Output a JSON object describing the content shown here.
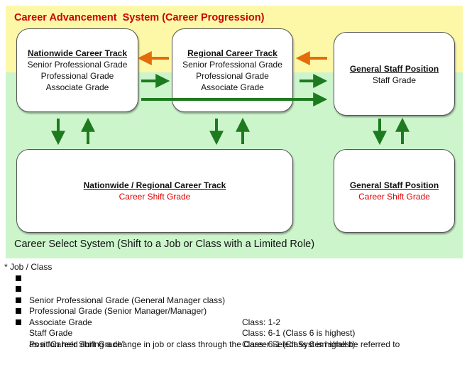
{
  "title": "Career Advancement  System (Career Progression)",
  "boxes": {
    "nationwide": {
      "heading": "Nationwide Career Track",
      "lines": [
        "Senior Professional Grade",
        "Professional Grade",
        "Associate Grade"
      ]
    },
    "regional": {
      "heading": "Regional Career Track",
      "lines": [
        "Senior Professional Grade",
        "Professional Grade",
        "Associate Grade"
      ]
    },
    "general": {
      "heading": "General Staff Position",
      "lines": [
        "Staff Grade"
      ]
    },
    "shift_track": {
      "heading": "Nationwide / Regional Career Track",
      "lines": [
        "Career Shift Grade"
      ]
    },
    "shift_general": {
      "heading": "General Staff Position",
      "lines": [
        "Career Shift Grade"
      ]
    }
  },
  "career_select_label": "Career Select System (Shift to a Job or Class with a Limited Role)",
  "notes": {
    "heading": "* Job / Class",
    "items": [
      {
        "text": "Senior Professional Grade (General Manager class)",
        "class": ""
      },
      {
        "text": "Professional Grade (Senior Manager/Manager)",
        "class": "Class: 1-2"
      },
      {
        "text": "Associate Grade",
        "class": "Class: 6-1 (Class 6 is highest)"
      },
      {
        "text": "Staff Grade",
        "class": "Class: 6-1 (Class 6 is highest)"
      },
      {
        "text": "Position held during a change in job or class through the Career Select System shall be referred to",
        "class": ""
      }
    ],
    "continuation": "as a “Career Shift Grade”"
  },
  "colors": {
    "green_arrow": "#1e7a1e",
    "orange_arrow": "#e46c0a",
    "title_red": "#cc0000",
    "shift_red": "#e00000",
    "yellow_band": "#fcf8a8",
    "green_band": "#ccf5cc"
  }
}
